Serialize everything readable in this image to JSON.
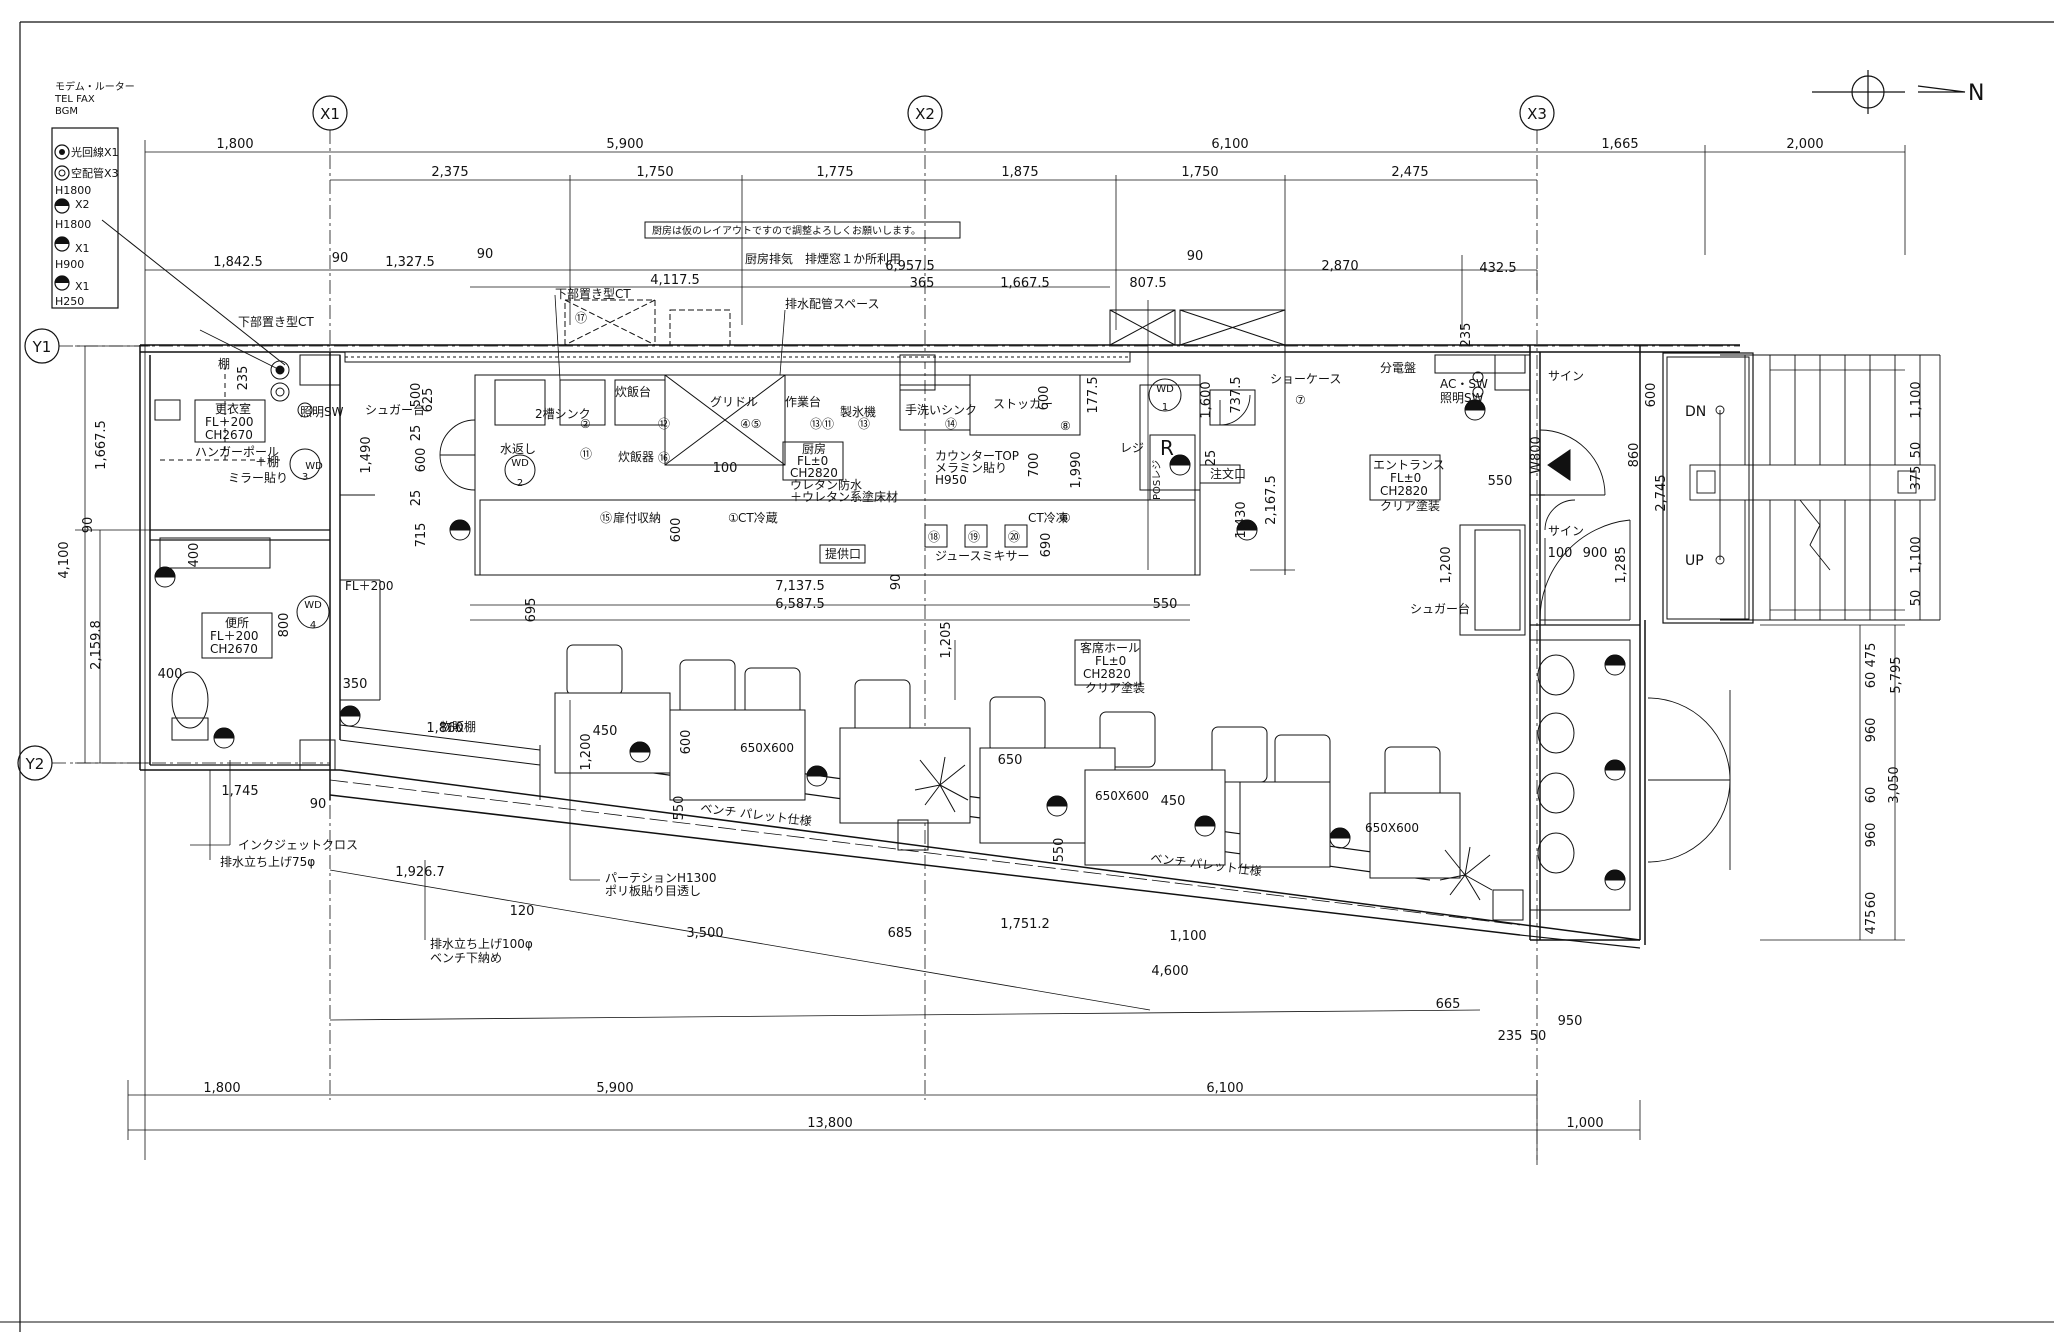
{
  "legend": {
    "header_lines": [
      "モデム・ルーター",
      "TEL  FAX",
      "BGM"
    ],
    "items": [
      "光回線X1",
      "空配管X3",
      "H1800",
      "X2",
      "H1800",
      "X1",
      "H900",
      "X1",
      "H250"
    ]
  },
  "north_label": "N",
  "grid": {
    "x1": "X1",
    "x2": "X2",
    "x3": "X3",
    "y1": "Y1",
    "y2": "Y2"
  },
  "notice": "厨房は仮のレイアウトですので調整よろしくお願いします。",
  "dims_top1": [
    "1,800",
    "5,900",
    "6,100",
    "1,665",
    "2,000"
  ],
  "dims_top2": [
    "2,375",
    "1,750",
    "1,775",
    "1,875",
    "1,750",
    "2,475"
  ],
  "dims_top3": [
    "1,842.5",
    "90",
    "1,327.5",
    "90",
    "4,117.5",
    "6,957.5",
    "365",
    "1,667.5",
    "807.5",
    "90",
    "2,870",
    "432.5",
    "235",
    "235"
  ],
  "dims_left": [
    "1,667.5",
    "90",
    "4,100",
    "2,159.8"
  ],
  "dims_bottom": [
    "1,800",
    "5,900",
    "6,100",
    "13,800",
    "1,000"
  ],
  "dims_mid": [
    "6,587.5",
    "7,137.5",
    "550",
    "695",
    "1,205",
    "1,860",
    "1,745",
    "90",
    "350",
    "400",
    "400",
    "800",
    "1,490",
    "500",
    "625",
    "25",
    "600",
    "25",
    "715",
    "100",
    "600",
    "700",
    "1,990",
    "177.5",
    "600",
    "690",
    "90",
    "1,600",
    "737.5",
    "1,430",
    "2,167.5",
    "25",
    "550",
    "1,200",
    "100",
    "900",
    "1,285",
    "860",
    "2,745",
    "600",
    "W800",
    "1,100",
    "50",
    "375",
    "1,100",
    "50",
    "475",
    "60",
    "960",
    "60",
    "960",
    "60",
    "475",
    "3,050",
    "5,795",
    "450",
    "600",
    "1,200",
    "550",
    "650",
    "450",
    "550",
    "1,926.7",
    "120",
    "3,500",
    "685",
    "1,751.2",
    "1,100",
    "4,600",
    "665",
    "235",
    "50",
    "950"
  ],
  "labels": {
    "sugar1": "シュガー台",
    "sugar2": "シュガー台",
    "dressing": "更衣室",
    "dressing_fl": "FL＋200",
    "dressing_ch": "CH2670",
    "hanger": "ハンガーポール",
    "hanger2": "＋棚",
    "mirror": "ミラー貼り",
    "shelf": "棚",
    "light_sw1": "照明SW",
    "toilet": "便所",
    "toilet_fl": "FL＋200",
    "toilet_ch": "CH2670",
    "fl200": "FL＋200",
    "inkjet": "インクジェットクロス",
    "drain75": "排水立ち上げ75φ",
    "drain100": "排水立ち上げ100φ",
    "drain100b": "ベンチ下納め",
    "shelf2": "物販棚",
    "ct_under1": "下部置き型CT",
    "ct_under2": "下部置き型CT",
    "mizukoshi": "水返し",
    "sink2": "2槽シンク",
    "rice_table": "炊飯台",
    "griddle": "グリドル",
    "work_table": "作業台",
    "ice_maker": "製氷機",
    "hand_sink": "手洗いシンク",
    "stocker": "ストッカー",
    "rice_cooker": "炊飯器",
    "kitchen": "厨房",
    "kitchen_fl": "FL±0",
    "kitchen_ch": "CH2820",
    "urethane1": "ウレタン防水",
    "urethane2": "＋ウレタン系塗床材",
    "counter_top": "カウンターTOP",
    "melamine": "メラミン貼り",
    "h950": "H950",
    "door_storage": "扉付収納",
    "ct_fridge": "CT冷蔵",
    "ct_freezer": "CT冷凍",
    "offer": "提供口",
    "juice": "ジュースミキサー",
    "exhaust": "厨房排気　排煙窓１か所利用",
    "drain_space": "排水配管スペース",
    "register": "レジ",
    "pos": "POSレジ",
    "order": "注文口",
    "showcase": "ショーケース",
    "panel": "分電盤",
    "ac_sw": "AC・SW",
    "light_sw2": "照明SW",
    "sign1": "サイン",
    "sign2": "サイン",
    "entrance": "エントランス",
    "entrance_fl": "FL±0",
    "entrance_ch": "CH2820",
    "clear1": "クリア塗装",
    "hall": "客席ホール",
    "hall_fl": "FL±0",
    "hall_ch": "CH2820",
    "clear2": "クリア塗装",
    "table1": "650X600",
    "table2": "650X600",
    "table3": "650X600",
    "bench1": "ベンチ パレット仕様",
    "bench2": "ベンチ パレット仕様",
    "partition1": "パーテションH1300",
    "partition2": "ポリ板貼り目透し",
    "dn": "DN",
    "up": "UP",
    "wd1": "WD",
    "wd1n": "1",
    "wd2": "WD",
    "wd2n": "2",
    "wd3": "WD",
    "wd3n": "3",
    "wd4": "WD",
    "wd4n": "4",
    "r": "R",
    "n1": "①",
    "n2": "②",
    "n5": "④⑤",
    "n7": "⑦",
    "n8": "⑧",
    "n11": "⑪",
    "n12": "⑫",
    "n13": "⑬",
    "n14": "⑭",
    "n15": "⑮",
    "n16": "⑯",
    "n17": "⑰",
    "n18": "⑱",
    "n19": "⑲",
    "n20": "⑳",
    "n6": "⑥",
    "n13b": "⑬⑪"
  }
}
